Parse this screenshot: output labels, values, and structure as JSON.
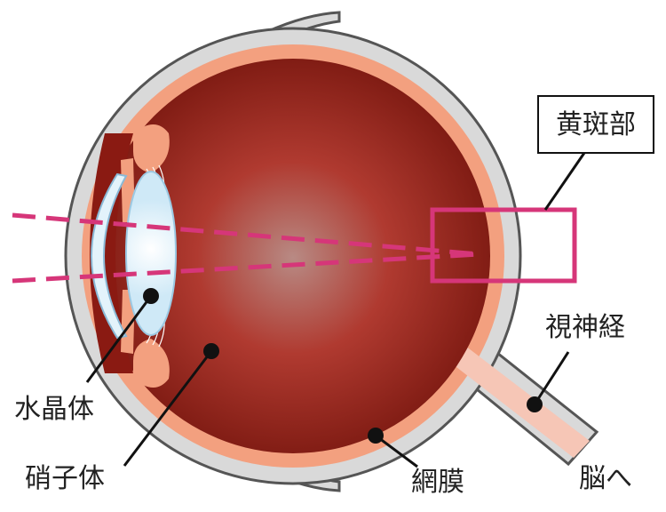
{
  "labels": {
    "macula": "黄斑部",
    "optic_nerve": "視神経",
    "lens": "水晶体",
    "vitreous": "硝子体",
    "retina": "網膜",
    "to_brain": "脳へ"
  },
  "colors": {
    "sclera_outline": "#555555",
    "sclera_fill": "#d9d9d9",
    "choroid": "#f3a07f",
    "vitreous_center": "#b88a84",
    "vitreous_edge": "#7a1810",
    "lens_fill": "#dff1fb",
    "cornea_fill": "#e3f3fb",
    "light_path": "#d63679",
    "pointer": "#111111",
    "nerve": "#f6c6b6"
  }
}
